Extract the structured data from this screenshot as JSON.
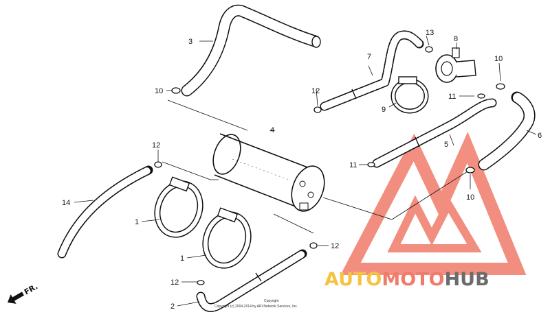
{
  "callouts": {
    "n1a": "1",
    "n1b": "1",
    "n2": "2",
    "n3": "3",
    "n4": "4",
    "n5": "5",
    "n6": "6",
    "n7": "7",
    "n8": "8",
    "n9": "9",
    "n10a": "10",
    "n10b": "10",
    "n10c": "10",
    "n11a": "11",
    "n11b": "11",
    "n12a": "12",
    "n12b": "12",
    "n12c": "12",
    "n12d": "12",
    "n13": "13",
    "n14": "14"
  },
  "direction": {
    "label": "FR."
  },
  "copyright": {
    "title": "Copyright",
    "line": "Copyright (c) 2004-2014 by ARI Network Services, Inc."
  },
  "watermark": {
    "brand_auto": "AUTO",
    "brand_moto": "MOTO",
    "brand_hub": "HUB",
    "colors": {
      "auto": "#f5c342",
      "moto": "#f07b6b",
      "hub": "#6b6b6b",
      "logo": "#f07b6b"
    }
  }
}
